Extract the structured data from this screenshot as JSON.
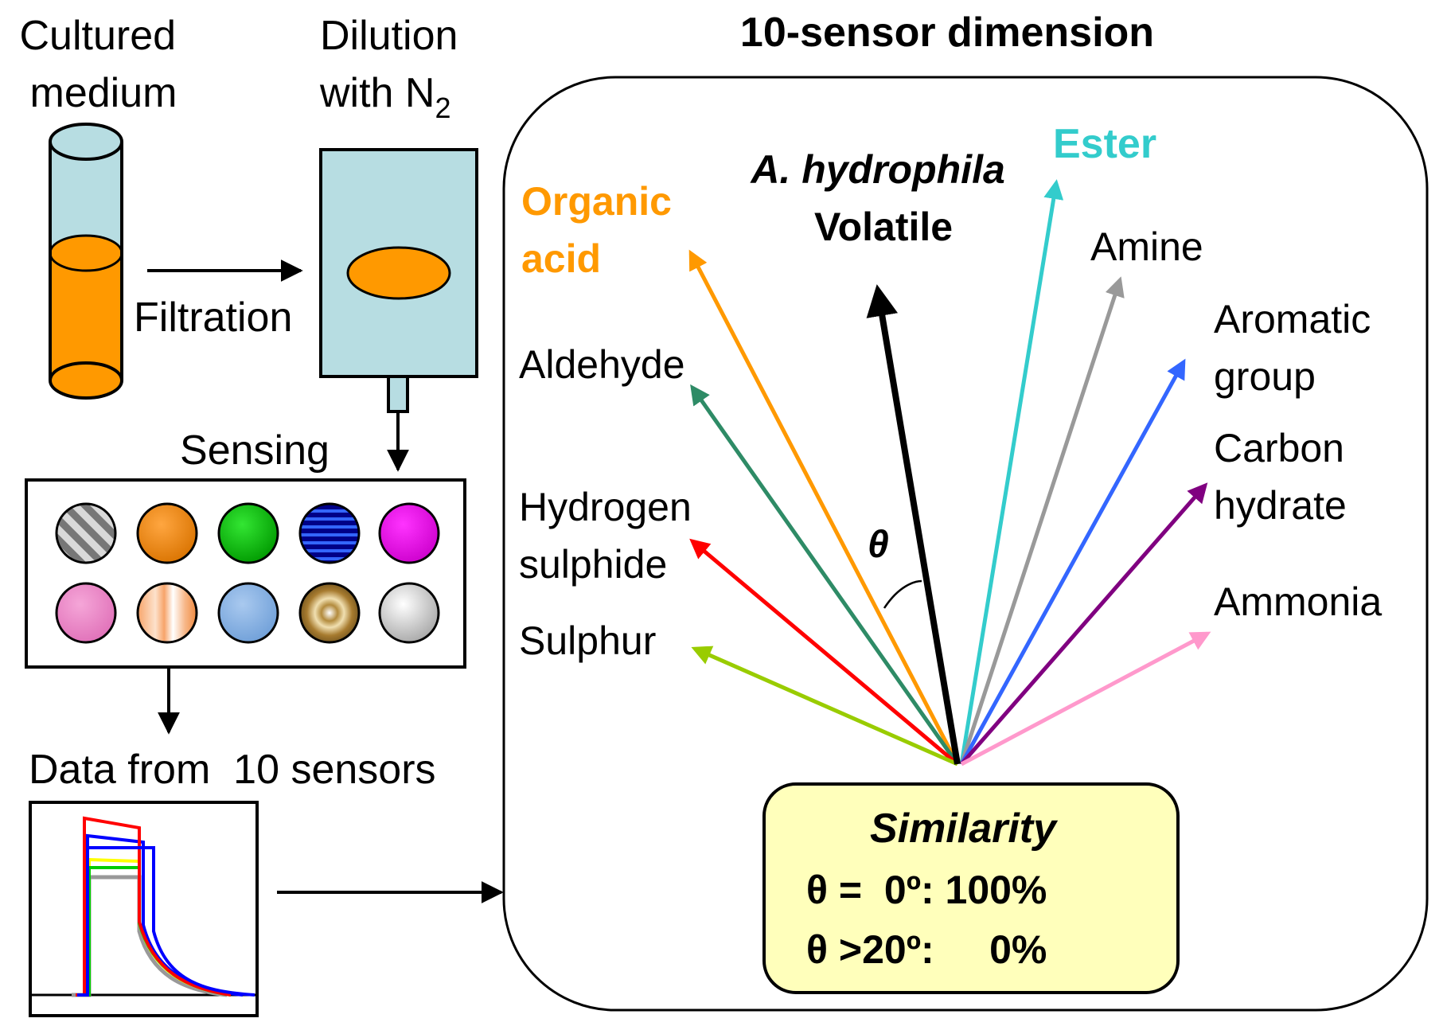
{
  "pipeline": {
    "medium_label": [
      "Cultured",
      "medium"
    ],
    "dilution_label": "Dilution",
    "dilution_with": "with N",
    "dilution_sub": "2",
    "filtration_label": "Filtration",
    "sensing_label": "Sensing",
    "data_label": "Data from  10 sensors"
  },
  "vector_space": {
    "title": "10-sensor dimension",
    "theta_label": "θ",
    "target": {
      "italic": "A. hydrophila",
      "bold": "Volatile",
      "color": "#000000"
    },
    "odor_classes": [
      {
        "lines": [
          "Organic",
          "acid"
        ],
        "color": "#ff9900"
      },
      {
        "lines": [
          "Aldehyde"
        ],
        "color": "#2e8b66"
      },
      {
        "lines": [
          "Hydrogen",
          "sulphide"
        ],
        "color": "#ff0000"
      },
      {
        "lines": [
          "Sulphur"
        ],
        "color": "#99cc00"
      },
      {
        "lines": [
          "Ester"
        ],
        "color": "#33cccc"
      },
      {
        "lines": [
          "Amine"
        ],
        "color": "#999999"
      },
      {
        "lines": [
          "Aromatic",
          "group"
        ],
        "color": "#3366ff"
      },
      {
        "lines": [
          "Carbon",
          "hydrate"
        ],
        "color": "#800080"
      },
      {
        "lines": [
          "Ammonia"
        ],
        "color": "#ff99cc"
      }
    ],
    "similarity": {
      "title": "Similarity",
      "row1": "θ =  0º: 100%",
      "row2": "θ >20º:     0%"
    }
  },
  "colors": {
    "medium_orange": "#ff9900",
    "tube_blue": "#b7dde2",
    "similarity_bg": "#ffffbb"
  }
}
